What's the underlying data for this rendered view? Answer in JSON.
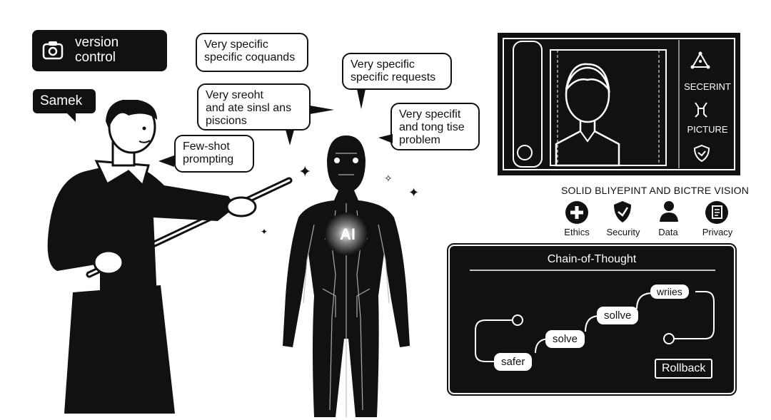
{
  "version_tag": {
    "line1": "version",
    "line2": "control",
    "icon": "camera-icon"
  },
  "name_tag": {
    "text": "Samek"
  },
  "bubbles": {
    "few_shot": [
      "Few-shot",
      "prompting"
    ],
    "commands": [
      "Very specific",
      "specific coquands"
    ],
    "sreoht": [
      "Very sreoht",
      "and ate sinsl ans",
      "piscions"
    ],
    "requests": [
      "Very specific",
      "specific requests"
    ],
    "problem": [
      "Very specifit",
      "and tong tise",
      "problem"
    ]
  },
  "robot": {
    "chest_label": "AI"
  },
  "blueprint": {
    "side_items": [
      {
        "icon": "network-triangle-icon",
        "label": "SECERINT"
      },
      {
        "icon": "hands-icon",
        "label": "PICTURE"
      },
      {
        "icon": "shield-icon",
        "label": ""
      }
    ]
  },
  "vision": {
    "title": "SOLID BLIYEPINT AND BICTRE VISION",
    "items": [
      {
        "icon": "ethics-icon",
        "label": "Ethics"
      },
      {
        "icon": "security-shield-icon",
        "label": "Security"
      },
      {
        "icon": "person-icon",
        "label": "Data"
      },
      {
        "icon": "document-icon",
        "label": "Privacy"
      }
    ]
  },
  "chain": {
    "title": "Chain-of-Thought",
    "nodes": [
      "safer",
      "solve",
      "sollve",
      "wriies"
    ],
    "rollback_label": "Rollback"
  }
}
